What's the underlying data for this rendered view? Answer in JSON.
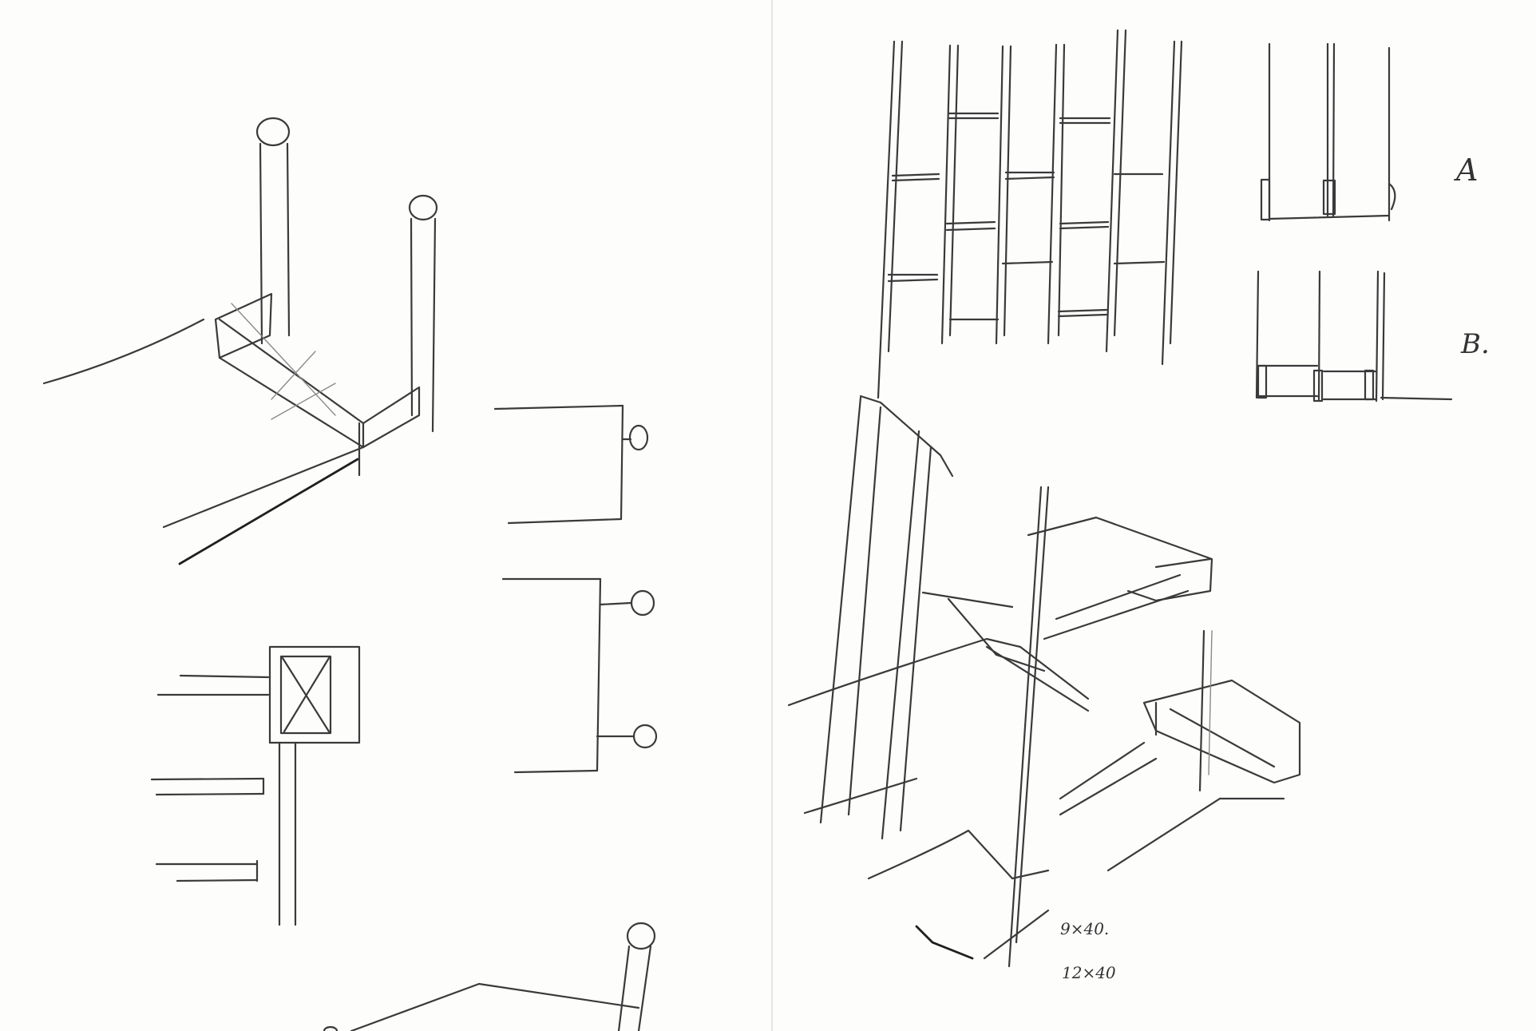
{
  "sketchbook": {
    "left_page": {
      "sketches": [
        "isometric-table-with-round-posts",
        "elevation-post-with-ball-top",
        "elevation-post-with-two-balls",
        "plan-post-with-cross-box",
        "partial-post-bottom"
      ]
    },
    "right_page": {
      "labels": {
        "a": "A",
        "b": "B."
      },
      "dimensions": {
        "upper": "9×40.",
        "lower": "12×40"
      },
      "sketches": [
        "elevation-ladder-shelving",
        "detail-a",
        "detail-b",
        "isometric-shelf-frame",
        "isometric-box-detail",
        "isometric-tray-detail"
      ]
    }
  }
}
